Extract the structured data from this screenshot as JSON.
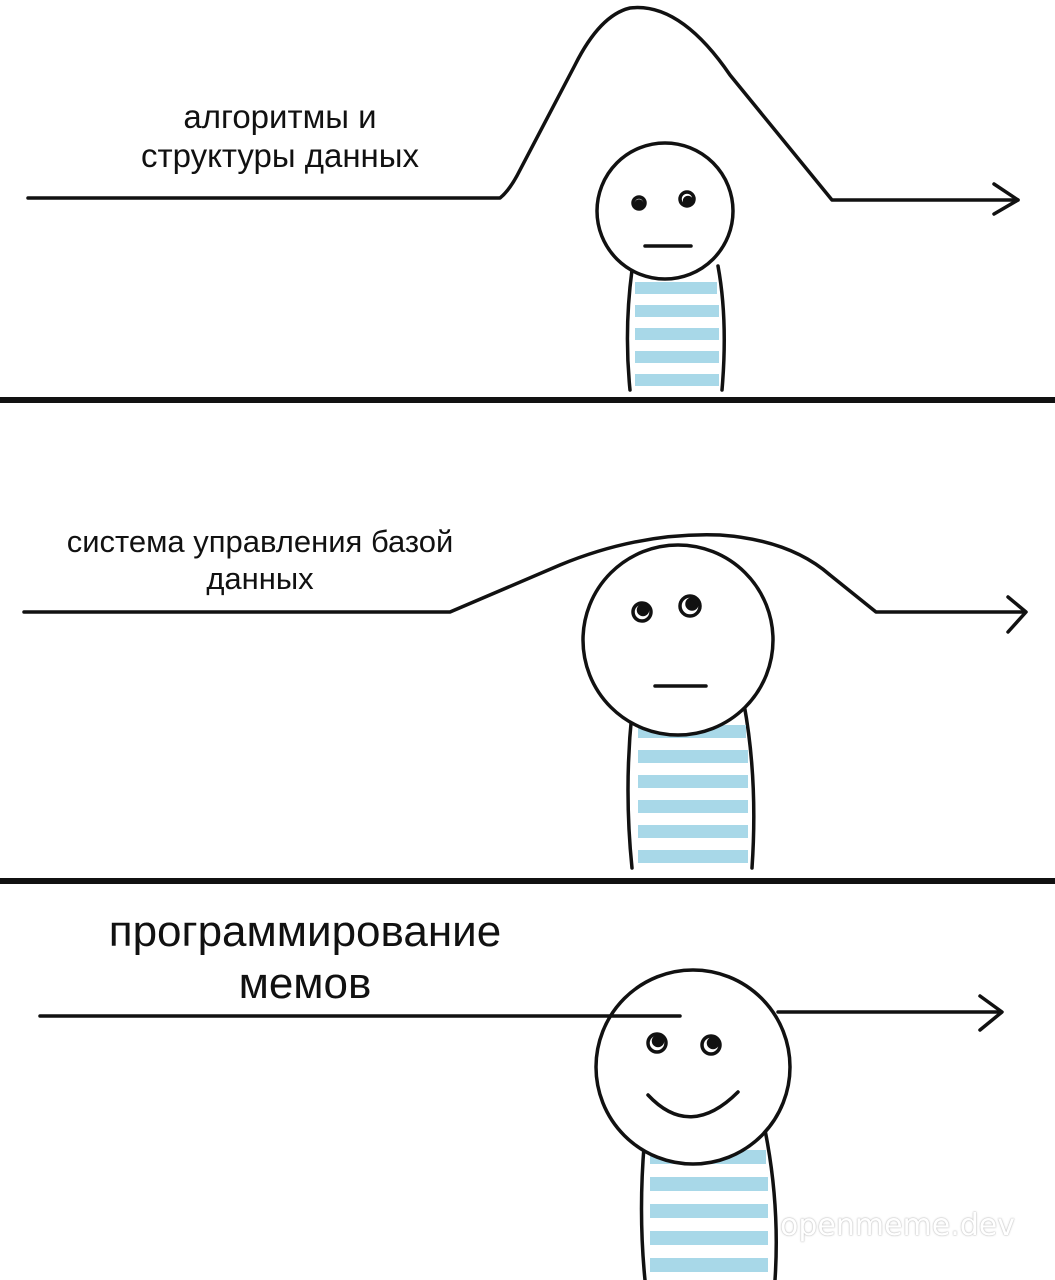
{
  "panels": [
    {
      "caption_line1": "алгоритмы и",
      "caption_line2": "структуры данных",
      "expression": "neutral"
    },
    {
      "caption_line1": "система управления базой",
      "caption_line2": "данных",
      "expression": "neutral"
    },
    {
      "caption_line1": "программирование",
      "caption_line2": "мемов",
      "expression": "smile"
    }
  ],
  "watermark": "openmeme.dev",
  "colors": {
    "stripe": "#a8d8e8",
    "ink": "#111111"
  }
}
